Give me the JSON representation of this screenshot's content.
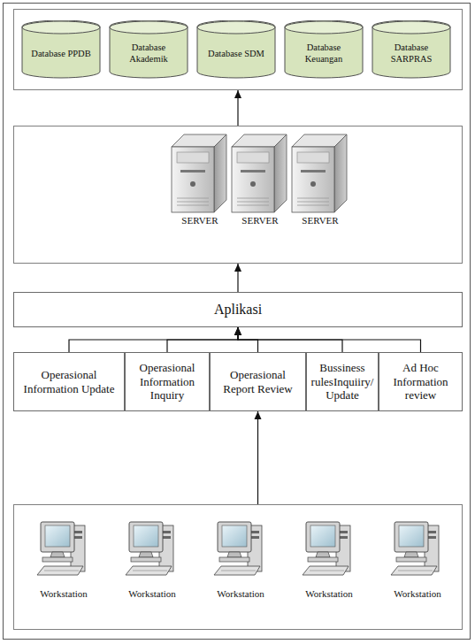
{
  "diagram": {
    "nodes": [
      {
        "text": []
      },
      {
        "text": [
          "Database PPDB"
        ],
        "in": 0
      },
      {
        "text": [
          "Database Akademik"
        ],
        "in": 0
      },
      {
        "text": [
          "Database SDM"
        ],
        "in": 0
      },
      {
        "text": [
          "Database Keuangan"
        ],
        "in": 0
      },
      {
        "text": [
          "Database SARPRAS"
        ],
        "in": 0
      },
      {
        "text": [
          "SERVER",
          "SERVER",
          "SERVER"
        ]
      },
      {
        "text": [
          "Aplikasi"
        ]
      },
      {
        "text": [
          "Operasional Information Update"
        ]
      },
      {
        "text": [
          "Operasional Information Inquiry"
        ]
      },
      {
        "text": [
          "Operasional Report Review"
        ]
      },
      {
        "text": [
          "Bussiness rulesInquiiry/ Update"
        ]
      },
      {
        "text": [
          "Ad Hoc Information review"
        ]
      },
      {
        "text": [
          "Workstation",
          "Workstation",
          "Workstation",
          "Workstation",
          "Workstation"
        ]
      }
    ],
    "edges": [
      {
        "from": 6,
        "to": 0,
        "arrow": "to"
      },
      {
        "from": 7,
        "to": 6,
        "arrow": "to"
      },
      {
        "from": 8,
        "to": 7,
        "arrow": "to"
      },
      {
        "from": 9,
        "to": 7,
        "arrow": "to"
      },
      {
        "from": 10,
        "to": 7,
        "arrow": "to"
      },
      {
        "from": 11,
        "to": 7,
        "arrow": "to"
      },
      {
        "from": 12,
        "to": 7,
        "arrow": "to"
      },
      {
        "from": 13,
        "to": 10,
        "arrow": "to"
      }
    ]
  }
}
